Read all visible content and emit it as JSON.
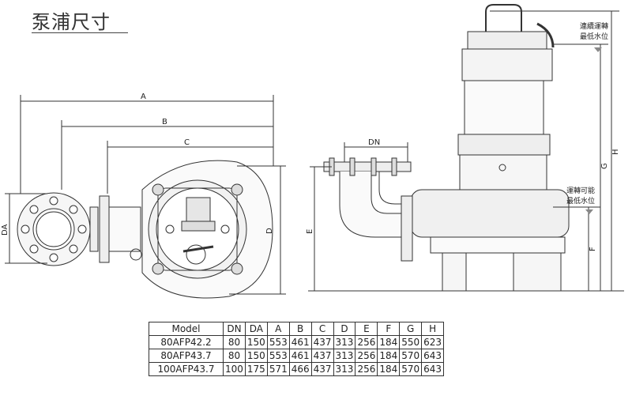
{
  "title": "泵浦尺寸",
  "dimension_labels": {
    "A": "A",
    "B": "B",
    "C": "C",
    "D": "D",
    "DA": "DA",
    "DN": "DN",
    "E": "E",
    "F": "F",
    "G": "G",
    "H": "H"
  },
  "notes": {
    "continuous_line1": "連續運轉",
    "continuous_line2": "最低水位",
    "operable_line1": "運轉可能",
    "operable_line2": "最低水位"
  },
  "table": {
    "headers": [
      "Model",
      "DN",
      "DA",
      "A",
      "B",
      "C",
      "D",
      "E",
      "F",
      "G",
      "H"
    ],
    "rows": [
      [
        "80AFP42.2",
        "80",
        "150",
        "553",
        "461",
        "437",
        "313",
        "256",
        "184",
        "550",
        "623"
      ],
      [
        "80AFP43.7",
        "80",
        "150",
        "553",
        "461",
        "437",
        "313",
        "256",
        "184",
        "570",
        "643"
      ],
      [
        "100AFP43.7",
        "100",
        "175",
        "571",
        "466",
        "437",
        "313",
        "256",
        "184",
        "570",
        "643"
      ]
    ]
  }
}
